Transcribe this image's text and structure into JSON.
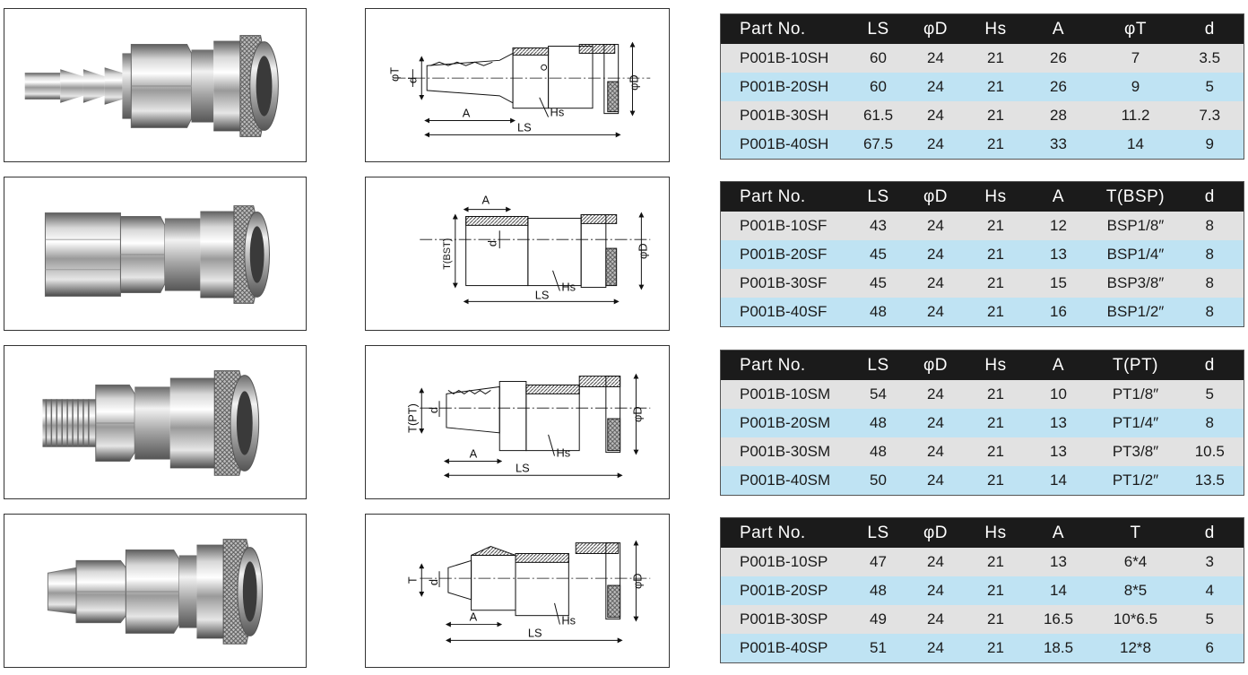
{
  "colors": {
    "header_bg": "#1b1b1b",
    "row_gray": "#e2e2e2",
    "row_blue": "#bfe3f3"
  },
  "rows": [
    {
      "photo_icon": "hose-barb-coupler-image",
      "drawing": {
        "phi_T": "φT",
        "d": "d",
        "A": "A",
        "LS": "LS",
        "Hs": "Hs",
        "phi_D": "φD"
      },
      "table": {
        "headers": [
          "Part No.",
          "LS",
          "φD",
          "Hs",
          "A",
          "φT",
          "d"
        ],
        "rows": [
          [
            "P001B-10SH",
            "60",
            "24",
            "21",
            "26",
            "7",
            "3.5"
          ],
          [
            "P001B-20SH",
            "60",
            "24",
            "21",
            "26",
            "9",
            "5"
          ],
          [
            "P001B-30SH",
            "61.5",
            "24",
            "21",
            "28",
            "11.2",
            "7.3"
          ],
          [
            "P001B-40SH",
            "67.5",
            "24",
            "21",
            "33",
            "14",
            "9"
          ]
        ]
      }
    },
    {
      "photo_icon": "female-thread-coupler-image",
      "drawing": {
        "T": "T(BST)",
        "d": "d",
        "A": "A",
        "LS": "LS",
        "Hs": "Hs",
        "phi_D": "φD"
      },
      "table": {
        "headers": [
          "Part No.",
          "LS",
          "φD",
          "Hs",
          "A",
          "T(BSP)",
          "d"
        ],
        "rows": [
          [
            "P001B-10SF",
            "43",
            "24",
            "21",
            "12",
            "BSP1/8″",
            "8"
          ],
          [
            "P001B-20SF",
            "45",
            "24",
            "21",
            "13",
            "BSP1/4″",
            "8"
          ],
          [
            "P001B-30SF",
            "45",
            "24",
            "21",
            "15",
            "BSP3/8″",
            "8"
          ],
          [
            "P001B-40SF",
            "48",
            "24",
            "21",
            "16",
            "BSP1/2″",
            "8"
          ]
        ]
      }
    },
    {
      "photo_icon": "male-thread-coupler-image",
      "drawing": {
        "T": "T(PT)",
        "d": "d",
        "A": "A",
        "LS": "LS",
        "Hs": "Hs",
        "phi_D": "φD"
      },
      "table": {
        "headers": [
          "Part No.",
          "LS",
          "φD",
          "Hs",
          "A",
          "T(PT)",
          "d"
        ],
        "rows": [
          [
            "P001B-10SM",
            "54",
            "24",
            "21",
            "10",
            "PT1/8″",
            "5"
          ],
          [
            "P001B-20SM",
            "48",
            "24",
            "21",
            "13",
            "PT1/4″",
            "8"
          ],
          [
            "P001B-30SM",
            "48",
            "24",
            "21",
            "13",
            "PT3/8″",
            "10.5"
          ],
          [
            "P001B-40SM",
            "50",
            "24",
            "21",
            "14",
            "PT1/2″",
            "13.5"
          ]
        ]
      }
    },
    {
      "photo_icon": "nut-hose-coupler-image",
      "drawing": {
        "T": "T",
        "d": "d",
        "A": "A",
        "LS": "LS",
        "Hs": "Hs",
        "phi_D": "φD"
      },
      "table": {
        "headers": [
          "Part No.",
          "LS",
          "φD",
          "Hs",
          "A",
          "T",
          "d"
        ],
        "rows": [
          [
            "P001B-10SP",
            "47",
            "24",
            "21",
            "13",
            "6*4",
            "3"
          ],
          [
            "P001B-20SP",
            "48",
            "24",
            "21",
            "14",
            "8*5",
            "4"
          ],
          [
            "P001B-30SP",
            "49",
            "24",
            "21",
            "16.5",
            "10*6.5",
            "5"
          ],
          [
            "P001B-40SP",
            "51",
            "24",
            "21",
            "18.5",
            "12*8",
            "6"
          ]
        ]
      }
    }
  ]
}
